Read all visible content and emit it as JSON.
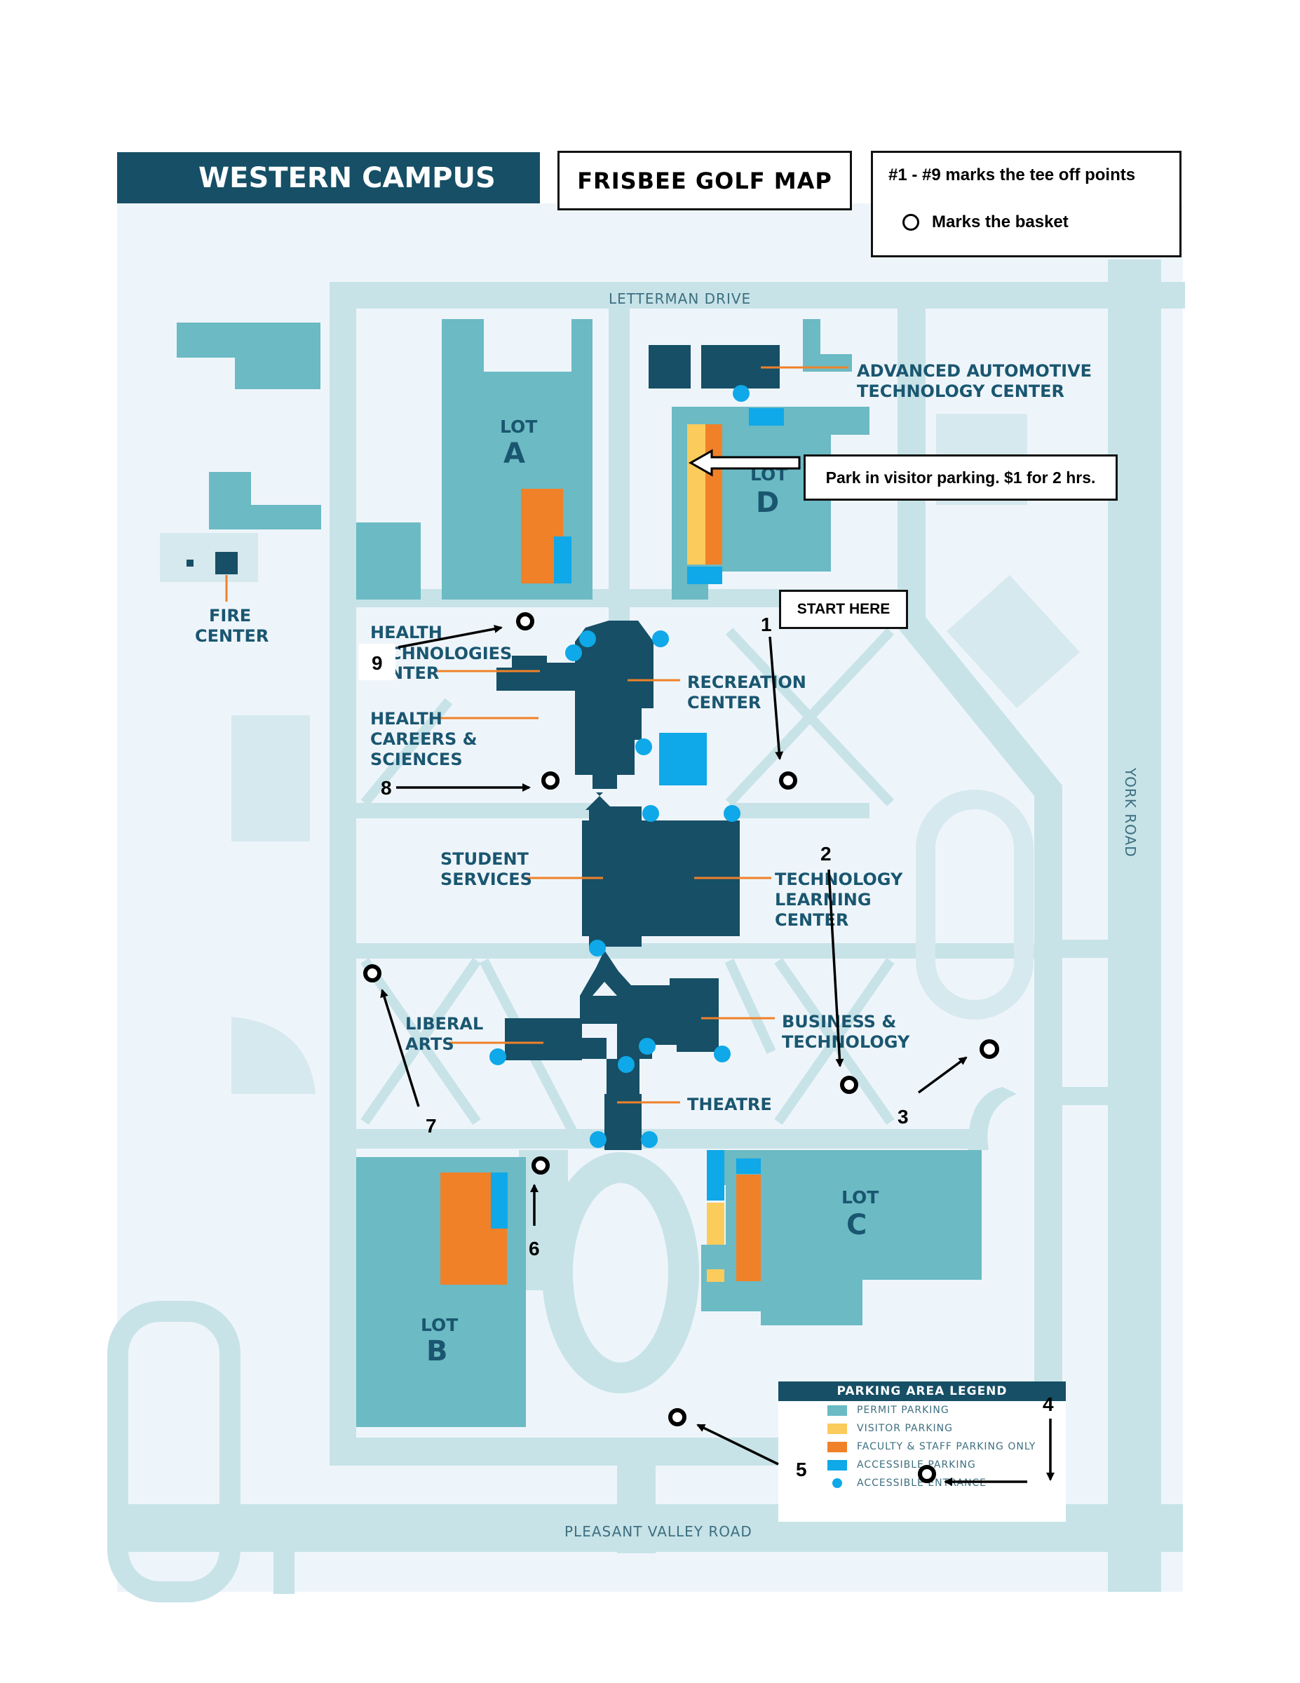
{
  "header": {
    "campus_title": "WESTERN CAMPUS",
    "map_title": "FRISBEE GOLF MAP"
  },
  "key": {
    "tee_text": "#1 - #9 marks the tee off points",
    "basket_text": "Marks the basket"
  },
  "callouts": {
    "parking_note": "Park in visitor parking. $1 for 2 hrs.",
    "start": "START HERE"
  },
  "roads": {
    "north": "LETTERMAN DRIVE",
    "south": "PLEASANT VALLEY ROAD",
    "east": "YORK ROAD"
  },
  "lots": {
    "word": "LOT",
    "a": "A",
    "b": "B",
    "c": "C",
    "d": "D"
  },
  "buildings": {
    "automotive_1": "ADVANCED AUTOMOTIVE",
    "automotive_2": "TECHNOLOGY CENTER",
    "fire_1": "FIRE",
    "fire_2": "CENTER",
    "health_tech_1": "HEALTH",
    "health_tech_2": "CHNOLOGIES",
    "health_tech_3": "NTER",
    "health_careers_1": "HEALTH",
    "health_careers_2": "CAREERS &",
    "health_careers_3": "SCIENCES",
    "recreation_1": "RECREATION",
    "recreation_2": "CENTER",
    "student_1": "STUDENT",
    "student_2": "SERVICES",
    "tech_learning_1": "TECHNOLOGY",
    "tech_learning_2": "LEARNING",
    "tech_learning_3": "CENTER",
    "liberal_1": "LIBERAL",
    "liberal_2": "ARTS",
    "business_1": "BUSINESS &",
    "business_2": "TECHNOLOGY",
    "theatre": "THEATRE"
  },
  "legend": {
    "title": "PARKING AREA LEGEND",
    "items": [
      {
        "label": "PERMIT PARKING",
        "color": "#6bbac4"
      },
      {
        "label": "VISITOR PARKING",
        "color": "#fbcb5c"
      },
      {
        "label": "FACULTY & STAFF PARKING ONLY",
        "color": "#f08128"
      },
      {
        "label": "ACCESSIBLE PARKING",
        "color": "#0fa8e8"
      },
      {
        "label": "ACCESSIBLE ENTRANCE",
        "color": "#0fa8e8"
      }
    ]
  },
  "holes": [
    "1",
    "2",
    "3",
    "4",
    "5",
    "6",
    "7",
    "8",
    "9"
  ],
  "colors": {
    "background": "#eef5fa",
    "road": "#c7e3e8",
    "permit": "#6bbac4",
    "building": "#164f66",
    "accessible": "#0fa8e8",
    "faculty": "#f08128",
    "visitor": "#fbcb5c"
  }
}
